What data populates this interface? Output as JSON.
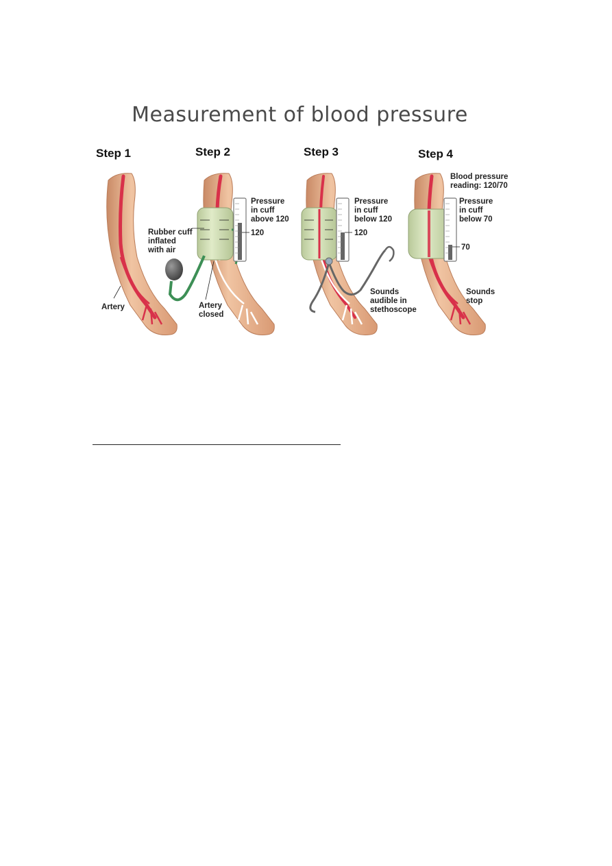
{
  "title": "Measurement of blood pressure",
  "steps": [
    {
      "label": "Step 1",
      "artery_label": "Artery"
    },
    {
      "label": "Step 2",
      "cuff_label": [
        "Rubber cuff",
        "inflated",
        "with air"
      ],
      "pressure_label": [
        "Pressure",
        "in cuff",
        "above 120"
      ],
      "gauge_mark": "120",
      "artery_label": [
        "Artery",
        "closed"
      ]
    },
    {
      "label": "Step 3",
      "pressure_label": [
        "Pressure",
        "in cuff",
        "below 120"
      ],
      "gauge_mark": "120",
      "sounds_label": [
        "Sounds",
        "audible in",
        "stethoscope"
      ]
    },
    {
      "label": "Step 4",
      "reading_label": [
        "Blood pressure",
        "reading: 120/70"
      ],
      "pressure_label": [
        "Pressure",
        "in cuff",
        "below 70"
      ],
      "gauge_mark": "70",
      "sounds_label": [
        "Sounds",
        "stop"
      ]
    }
  ],
  "colors": {
    "skin": "#e9b692",
    "skin_shadow": "#c98a66",
    "artery": "#d8314a",
    "cuff": "#cfdcb4",
    "tube": "#3d8f56",
    "bulb": "#6a6a6a",
    "gauge": "#777777"
  }
}
